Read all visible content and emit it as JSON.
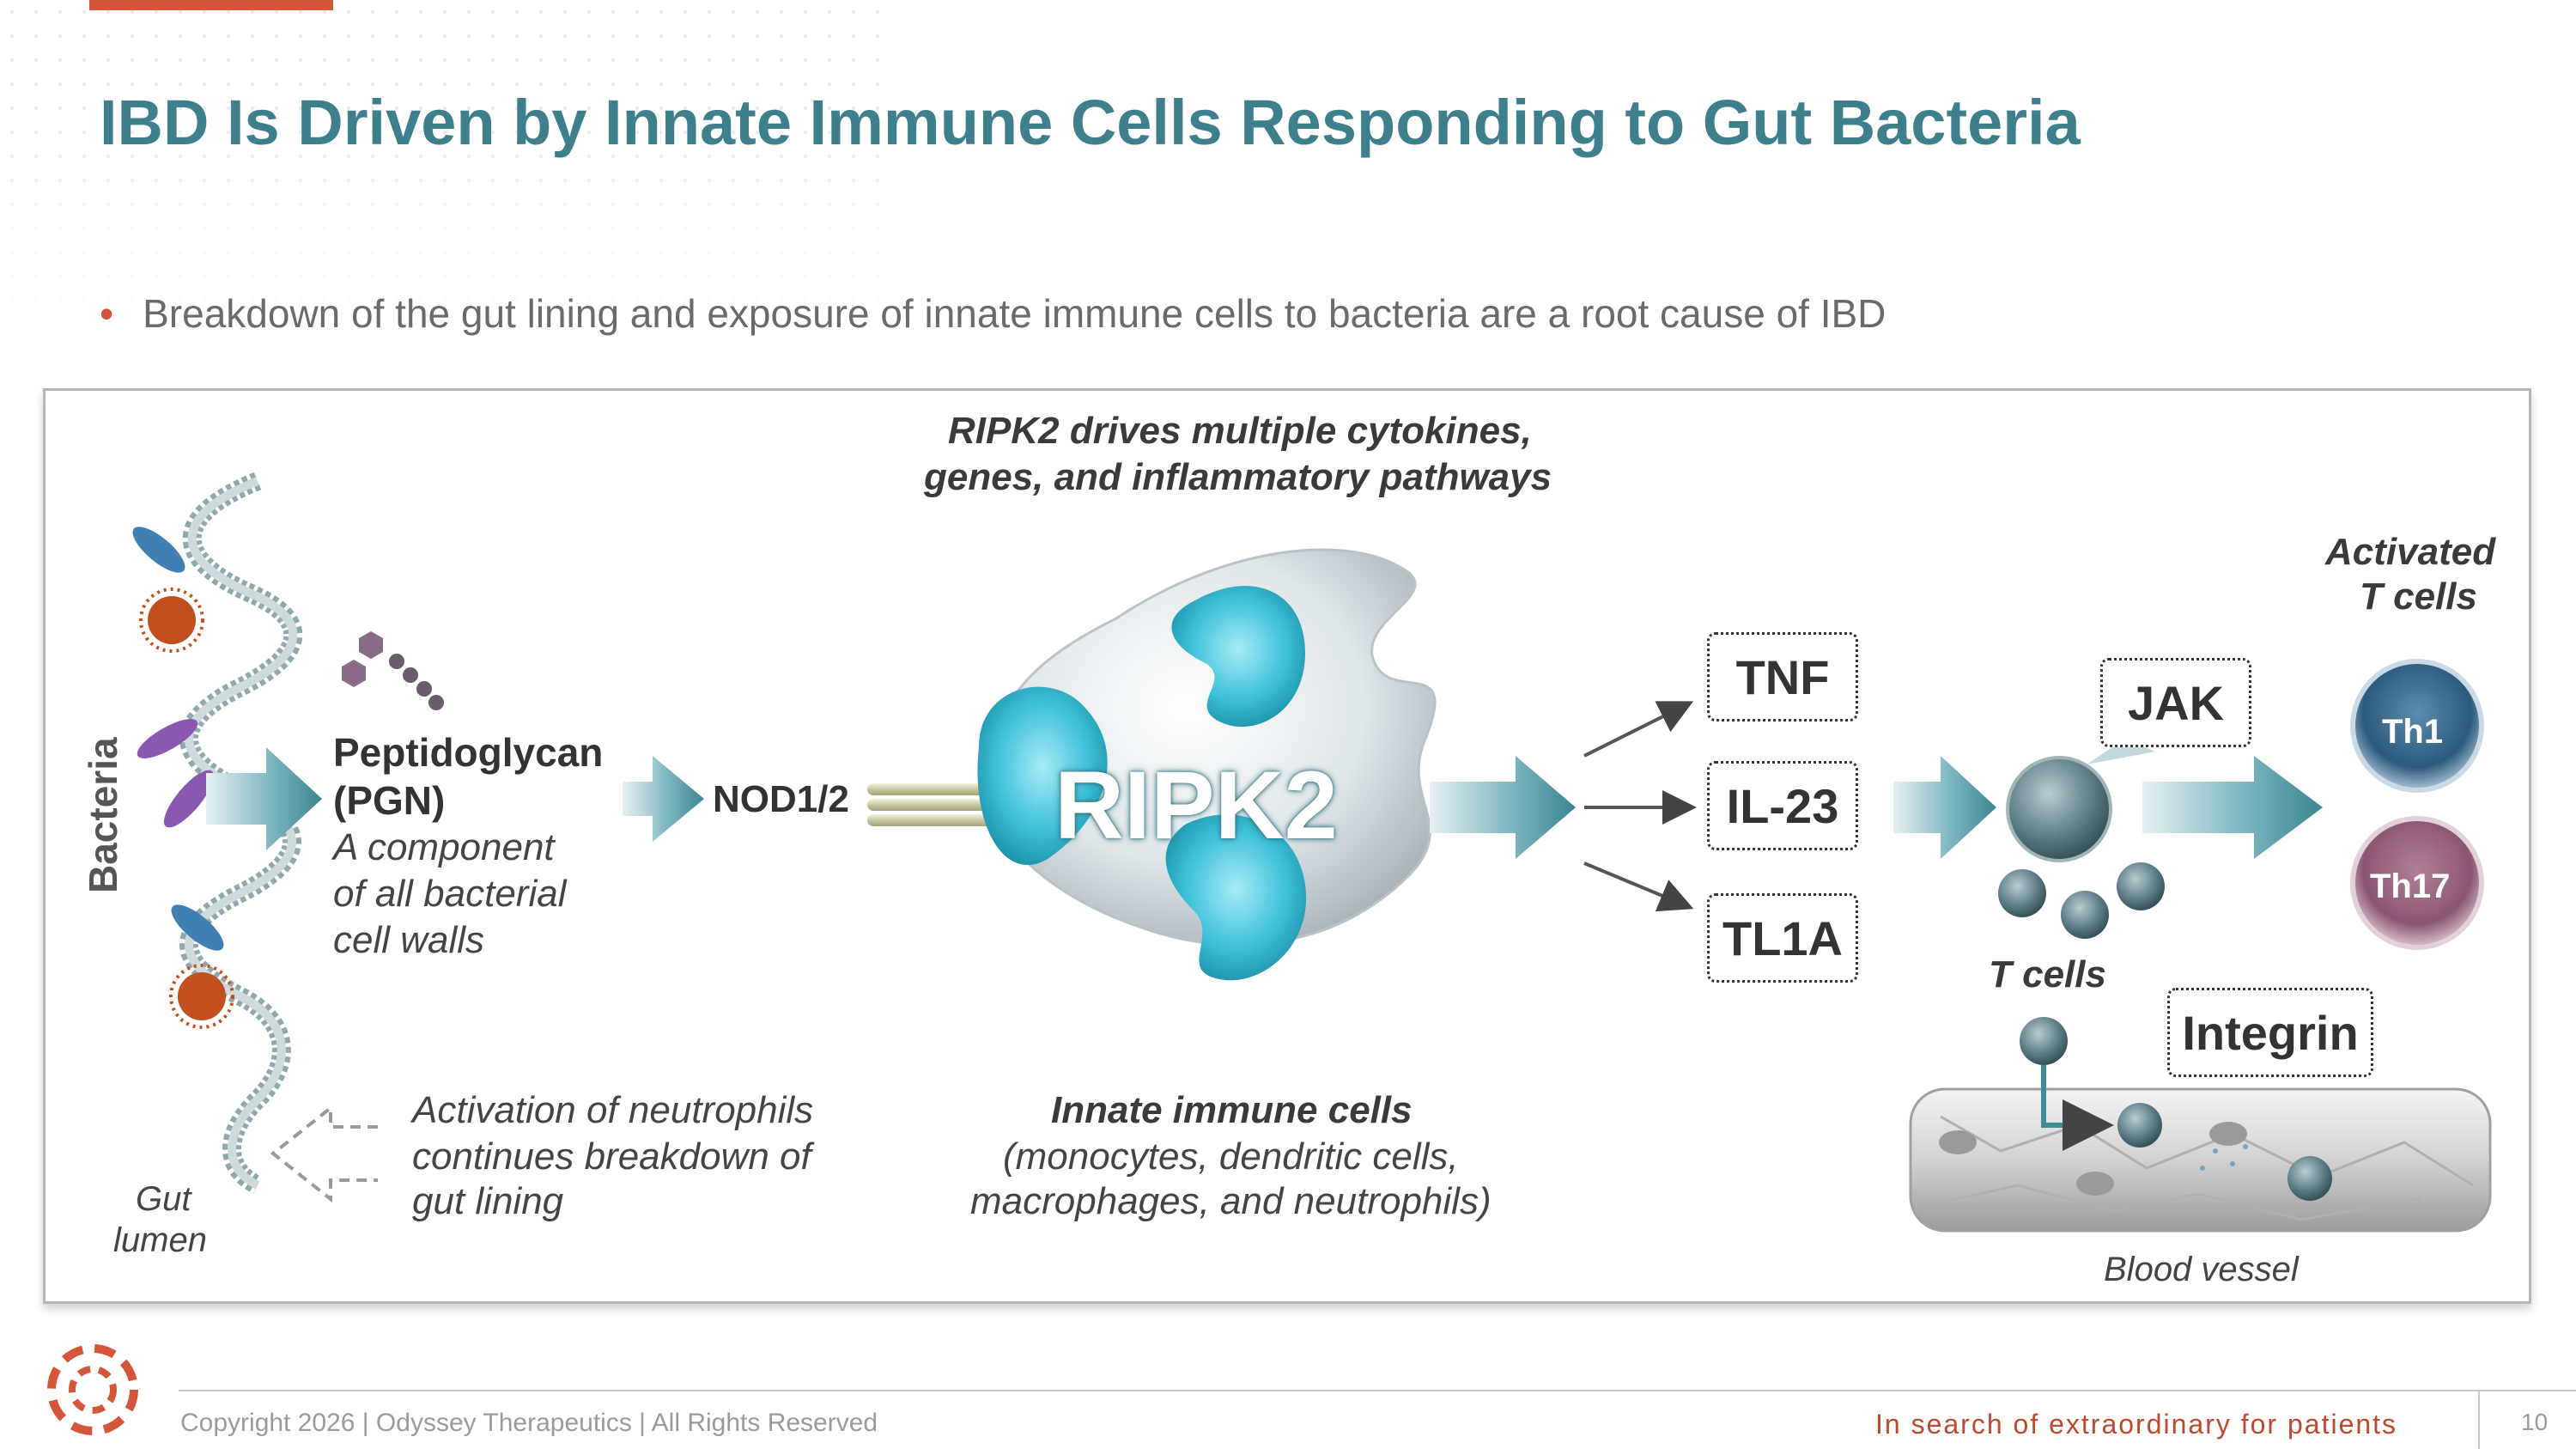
{
  "title": "IBD Is Driven by Innate Immune Cells Responding to Gut Bacteria",
  "bullet": "Breakdown of the gut lining and exposure of innate immune cells to bacteria are a root cause of IBD",
  "diagram": {
    "bacteria_label": "Bacteria",
    "gut_lumen": [
      "Gut",
      "lumen"
    ],
    "pgn_title": [
      "Peptidoglycan",
      "(PGN)"
    ],
    "pgn_desc": [
      "A component",
      "of all bacterial",
      "cell walls"
    ],
    "nod_label": "NOD1/2",
    "ripk2_label": "RIPK2",
    "ripk2_caption": [
      "RIPK2 drives multiple cytokines,",
      "genes, and inflammatory pathways"
    ],
    "innate_title": "Innate immune cells",
    "innate_desc": [
      "(monocytes, dendritic cells,",
      "macrophages, and neutrophils)"
    ],
    "neutrophil_text": [
      "Activation of neutrophils",
      "continues breakdown of",
      "gut lining"
    ],
    "cytokines": [
      "TNF",
      "IL-23",
      "TL1A"
    ],
    "jak_label": "JAK",
    "t_cells_label": "T cells",
    "integrin_label": "Integrin",
    "activated_label": [
      "Activated",
      "T cells"
    ],
    "th1_label": "Th1",
    "th17_label": "Th17",
    "blood_vessel_label": "Blood vessel"
  },
  "footer": {
    "copyright": "Copyright 2026  |  Odyssey Therapeutics  |  All Rights Reserved",
    "tagline": "In search of extraordinary for patients",
    "page_number": "10"
  },
  "colors": {
    "accent": "#d4553a",
    "title": "#3d7f8c",
    "teal_arrow": "#3f8c99"
  },
  "icons": [
    "odyssey-logo-icon",
    "bacteria-icon",
    "pgn-molecule-icon",
    "receptor-icon",
    "immune-cell-icon",
    "t-cell-icon",
    "blood-vessel-icon",
    "arrow-icon"
  ]
}
